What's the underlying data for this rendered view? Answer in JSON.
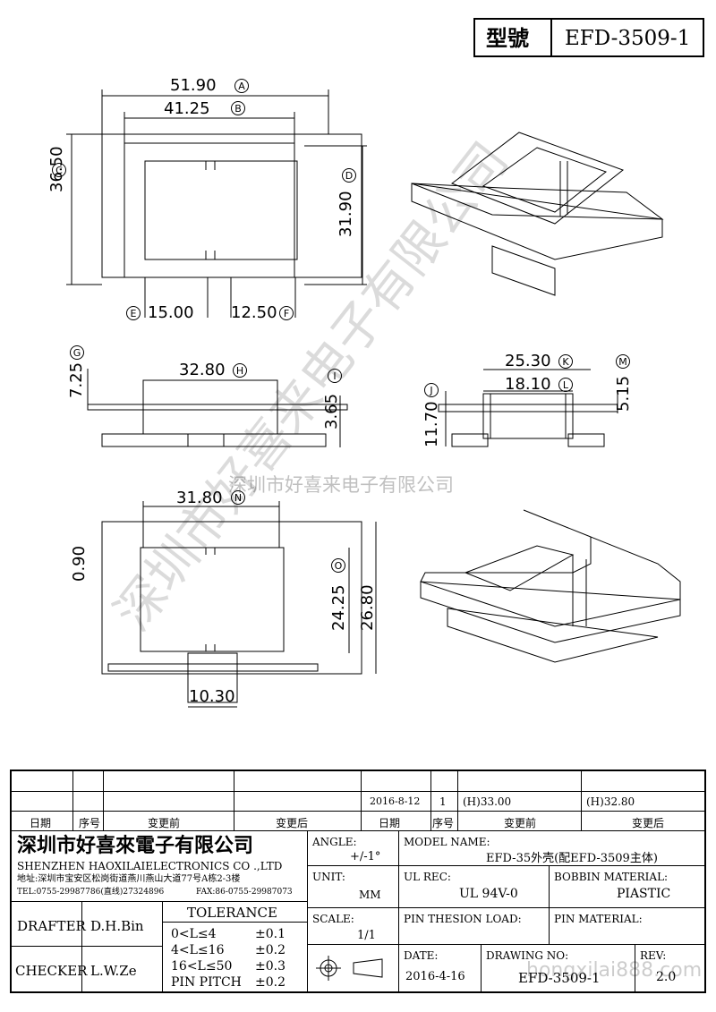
{
  "header": {
    "model_label": "型號",
    "model_value": "EFD-3509-1"
  },
  "dimensions": {
    "A": "51.90",
    "B": "41.25",
    "C": "36.50",
    "D": "31.90",
    "E": "15.00",
    "F": "12.50",
    "G": "7.25",
    "H": "32.80",
    "I": "3.65",
    "J": "11.70",
    "K": "25.30",
    "L": "18.10",
    "M": "5.15",
    "N": "31.80",
    "O": "24.25",
    "w1": "0.90",
    "w2": "26.80",
    "w3": "10.30"
  },
  "letters": [
    "A",
    "B",
    "C",
    "D",
    "E",
    "F",
    "G",
    "H",
    "I",
    "J",
    "K",
    "L",
    "M",
    "N",
    "O"
  ],
  "watermark": {
    "diagonal": "深圳市好喜来电子有限公司",
    "horizontal": "深圳市好喜来电子有限公司"
  },
  "revision": {
    "date": "2016-8-12",
    "seq": "1",
    "before": "(H)33.00",
    "after": "(H)32.80",
    "headers": [
      "日期",
      "序号",
      "变更前",
      "变更后",
      "日期",
      "序号",
      "变更前",
      "变更后"
    ]
  },
  "company": {
    "name_cn": "深圳市好喜來電子有限公司",
    "name_en": "SHENZHEN HAOXILAIELECTRONICS CO .,LTD",
    "address": "地址:深圳市宝安区松岗街道燕川燕山大道77号A栋2-3楼",
    "tel": "TEL:0755-29987786(直线)27324896",
    "fax": "FAX:86-0755-29987073"
  },
  "fields": {
    "angle_label": "ANGLE:",
    "angle_value": "+/-1°",
    "model_name_label": "MODEL NAME:",
    "model_name_value": "EFD-35外壳(配EFD-3509主体)",
    "unit_label": "UNIT:",
    "unit_value": "MM",
    "ul_rec_label": "UL REC:",
    "ul_rec_value": "UL 94V-0",
    "bobbin_label": "BOBBIN MATERIAL:",
    "bobbin_value": "PIASTIC",
    "scale_label": "SCALE:",
    "scale_value": "1/1",
    "pin_tension_label": "PIN THESION LOAD:",
    "pin_material_label": "PIN MATERIAL:",
    "date_label": "DATE:",
    "date_value": "2016-4-16",
    "drawing_no_label": "DRAWING NO:",
    "drawing_no_value": "EFD-3509-1",
    "rev_label": "REV:",
    "rev_value": "2.0",
    "drafter_label": "DRAFTER",
    "drafter_value": "D.H.Bin",
    "checker_label": "CHECKER",
    "checker_value": "L.W.Ze",
    "tolerance_label": "TOLERANCE",
    "tol_rows": [
      {
        "range": "0<L≤4",
        "value": "±0.1"
      },
      {
        "range": "4<L≤16",
        "value": "±0.2"
      },
      {
        "range": "16<L≤50",
        "value": "±0.3"
      },
      {
        "range": "PIN PITCH",
        "value": "±0.2"
      }
    ]
  },
  "site_watermark": "hongxilai888.com"
}
